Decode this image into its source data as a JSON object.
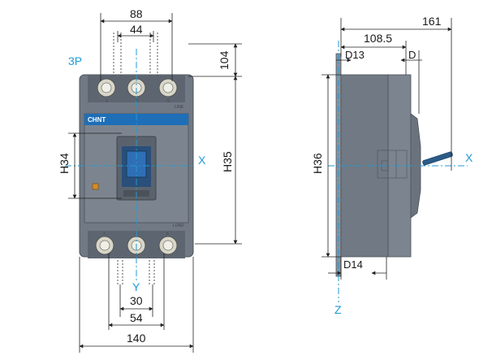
{
  "front_view": {
    "pole_label": "3P",
    "dims": {
      "top_width": "88",
      "top_pitch": "44",
      "bottom_pitch": "30",
      "bottom_mid": "54",
      "overall_width": "140",
      "top_height": "104",
      "h35": "H35",
      "h34": "H34"
    },
    "axis_x": "X",
    "axis_y": "Y",
    "brand": "CHNT",
    "line_label": "LINE",
    "load_label": "LOAD",
    "top_terminal_numbers": [
      "1",
      "3",
      "5"
    ],
    "bottom_terminal_numbers": [
      "2",
      "4",
      "6"
    ]
  },
  "side_view": {
    "dims": {
      "overall_depth": "161",
      "depth_mid": "108.5",
      "d13": "D13",
      "d": "D",
      "d14": "D14",
      "h36": "H36"
    },
    "axis_x": "X",
    "axis_z": "Z"
  },
  "colors": {
    "body": "#707984",
    "body_dark": "#5d6670",
    "panel": "#8a939d",
    "axis": "#1f9ad6",
    "accent": "#1e6fb8",
    "handle": "#2b5b86",
    "dim_line": "#222222"
  }
}
